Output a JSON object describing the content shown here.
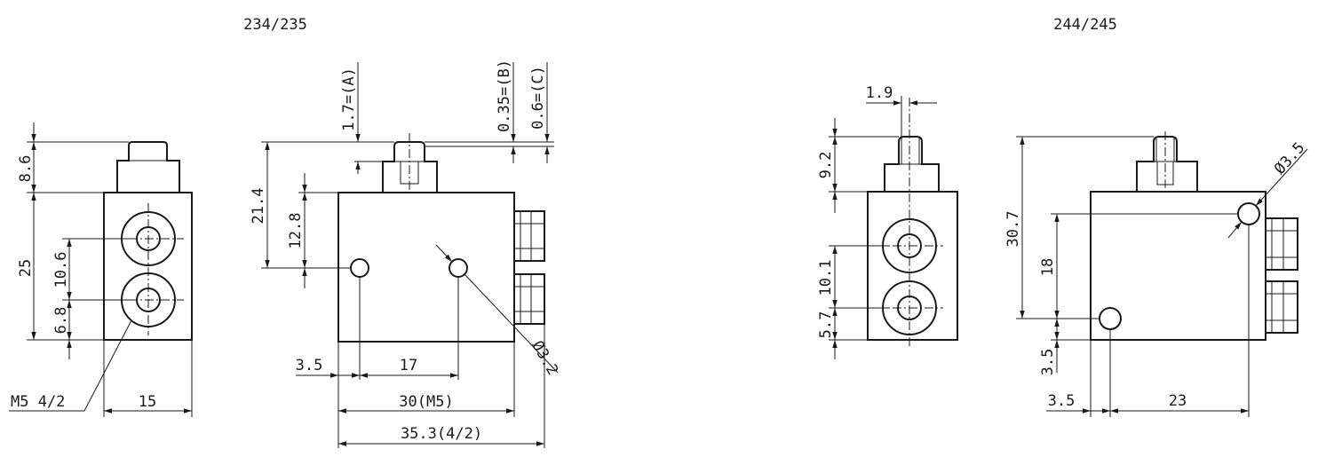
{
  "views": {
    "left": {
      "title": "234/235",
      "dims": {
        "d_8_6": "8.6",
        "d_25": "25",
        "d_10_6": "10.6",
        "d_6_8": "6.8",
        "thread": "M5  4/2",
        "d_15": "15",
        "d_21_4": "21.4",
        "d_12_8": "12.8",
        "d_1_7a": "1.7=(A)",
        "d_0_35b": "0.35=(B)",
        "d_0_6c": "0.6=(C)",
        "d_3_5": "3.5",
        "d_17": "17",
        "d_30m5": "30(M5)",
        "d_35_3": "35.3(4/2)",
        "d_phi_3_2": "Ø3.2"
      }
    },
    "right": {
      "title": "244/245",
      "dims": {
        "d_1_9": "1.9",
        "d_9_2": "9.2",
        "d_10_1": "10.1",
        "d_5_7": "5.7",
        "d_30_7": "30.7",
        "d_18": "18",
        "d_3_5v": "3.5",
        "d_3_5h": "3.5",
        "d_23": "23",
        "d_phi_3_5": "Ø3.5"
      }
    }
  }
}
